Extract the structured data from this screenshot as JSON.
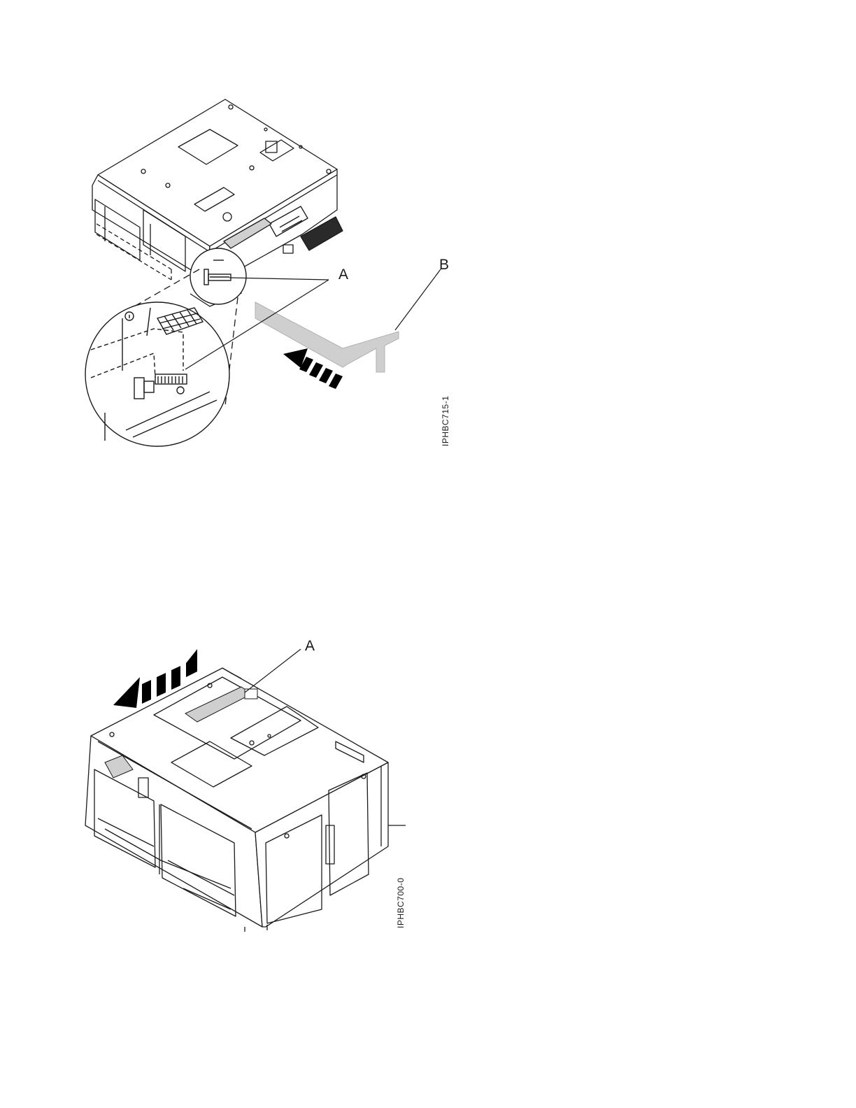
{
  "figure_1": {
    "callout_a": "A",
    "callout_b": "B",
    "figure_id": "IPHBC715-1",
    "arrow_icon": "insert-direction-arrow-icon",
    "cable_icon": "ribbon-cable-icon"
  },
  "figure_2": {
    "callout_a": "A",
    "figure_id": "IPHBC700-0",
    "arrow_icon": "removal-direction-arrow-icon"
  },
  "colors": {
    "line": "#1a1a1a",
    "cable": "#cfcfcf",
    "arrow": "#000000"
  }
}
